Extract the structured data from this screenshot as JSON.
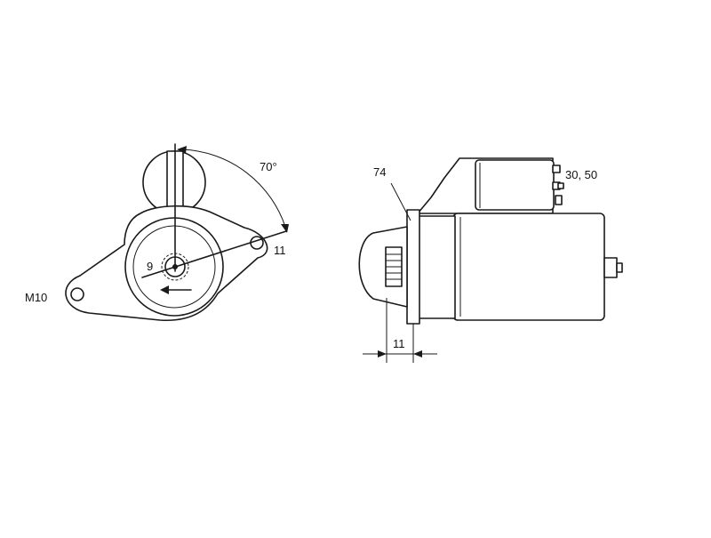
{
  "diagram": {
    "front_view": {
      "angle_label": "70°",
      "mount_hole_label": "11",
      "thread_label": "M10",
      "teeth_label": "9"
    },
    "side_view": {
      "flange_label": "74",
      "terminals_label": "30, 50",
      "offset_label": "11"
    }
  }
}
